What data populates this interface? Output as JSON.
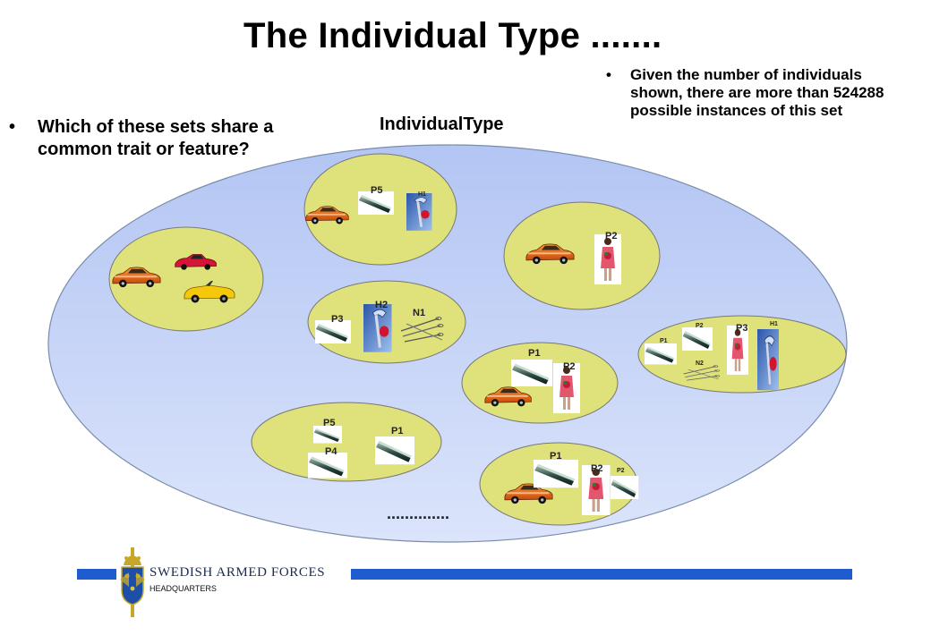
{
  "title": "The Individual Type .......",
  "left_bullet": {
    "marker": "•",
    "text": "Which of these sets share a common trait or feature?"
  },
  "right_bullet": {
    "marker": "•",
    "text": "Given the number of individuals shown, there are more than 524288 possible instances of this set"
  },
  "set_label": "IndividualType",
  "ellipsis": "..............",
  "labels": {
    "p1": "P1",
    "p2": "P2",
    "p3": "P3",
    "p4": "P4",
    "p5": "P5",
    "h1": "H1",
    "h2": "H2",
    "n1": "N1",
    "n2": "N2"
  },
  "footer": {
    "org_name": "SWEDISH ARMED FORCES",
    "org_sub": "HEADQUARTERS"
  },
  "colors": {
    "big_ellipse": "#c4d2f7",
    "subset_fill": "#dfe27a",
    "accent_blue": "#1e5ccf"
  }
}
